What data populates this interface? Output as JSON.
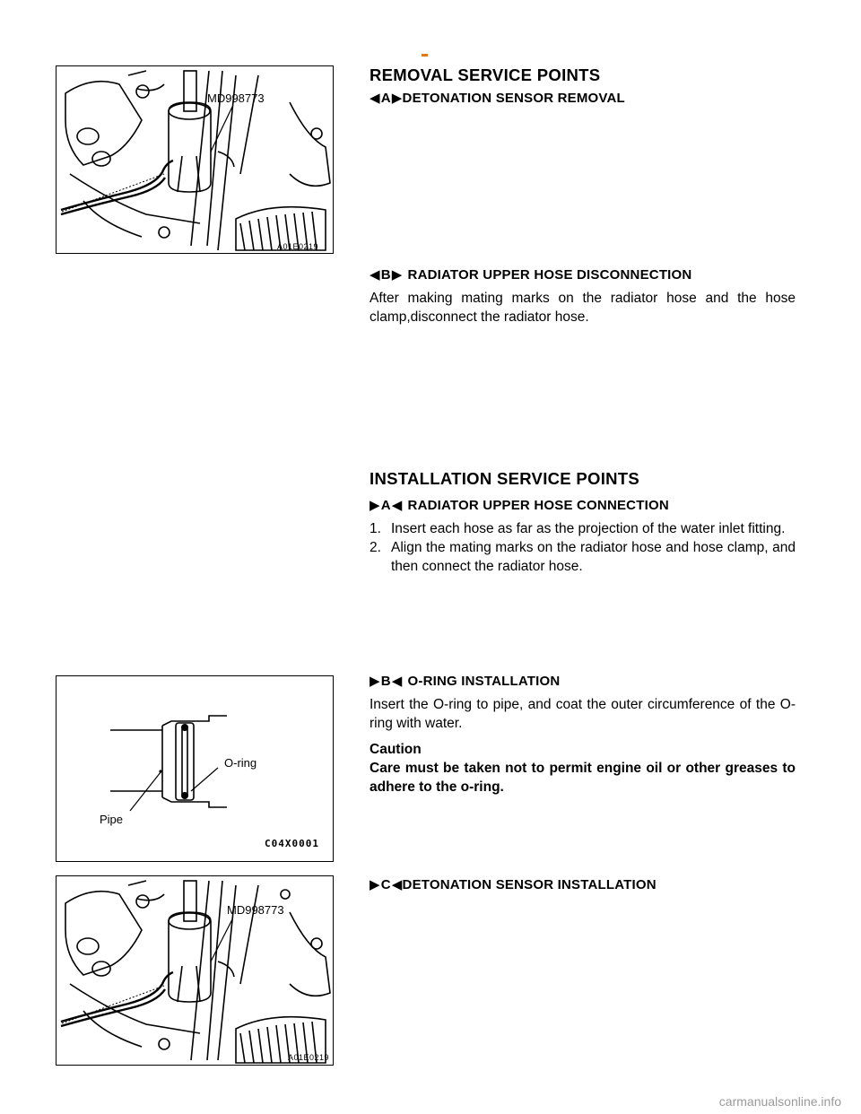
{
  "figures": {
    "fig1": {
      "tool_label": "MD998773",
      "code": "A01E0219"
    },
    "fig2": {
      "label_oring": "O-ring",
      "label_pipe": "Pipe",
      "code": "C04X0001"
    },
    "fig3": {
      "tool_label": "MD998773",
      "code": "A01E0219"
    }
  },
  "removal": {
    "title": "REMOVAL SERVICE POINTS",
    "a": {
      "letter": "A",
      "label": "DETONATION SENSOR REMOVAL"
    },
    "b": {
      "letter": "B",
      "label": "RADIATOR UPPER HOSE DISCONNECTION",
      "text": "After making mating marks on the radiator hose and the hose clamp,disconnect the radiator hose."
    }
  },
  "installation": {
    "title": "INSTALLATION SERVICE POINTS",
    "a": {
      "letter": "A",
      "label": "RADIATOR UPPER HOSE CONNECTION",
      "steps": [
        {
          "num": "1.",
          "text": "Insert each hose as far as the projection of the water inlet fitting."
        },
        {
          "num": "2.",
          "text": "Align the mating marks on the radiator hose and hose clamp, and then connect the radiator hose."
        }
      ]
    },
    "b": {
      "letter": "B",
      "label": "O-RING INSTALLATION",
      "text": "Insert the O-ring to pipe, and coat the outer circumference of the O-ring with water.",
      "caution_title": "Caution",
      "caution_text": "Care must be taken not to permit engine oil or other greases to adhere to the o-ring."
    },
    "c": {
      "letter": "C",
      "label": "DETONATION SENSOR INSTALLATION"
    }
  },
  "watermark": "carmanualsonline.info"
}
